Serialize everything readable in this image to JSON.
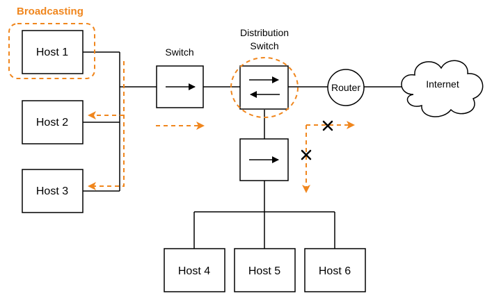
{
  "title": "Broadcasting",
  "colors": {
    "accent": "#f0861d",
    "line": "#000000",
    "bg": "#ffffff"
  },
  "hosts": {
    "host1": "Host 1",
    "host2": "Host 2",
    "host3": "Host 3",
    "host4": "Host 4",
    "host5": "Host 5",
    "host6": "Host 6"
  },
  "switch_label": "Switch",
  "distribution_switch_label": [
    "Distribution",
    "Switch"
  ],
  "router_label": "Router",
  "internet_label": "Internet",
  "icons": {
    "switch": "arrow-right-icon",
    "distribution_switch": "bidirectional-arrows-icon",
    "blocked": "x-mark-icon",
    "flow": "dashed-arrow-icon"
  }
}
